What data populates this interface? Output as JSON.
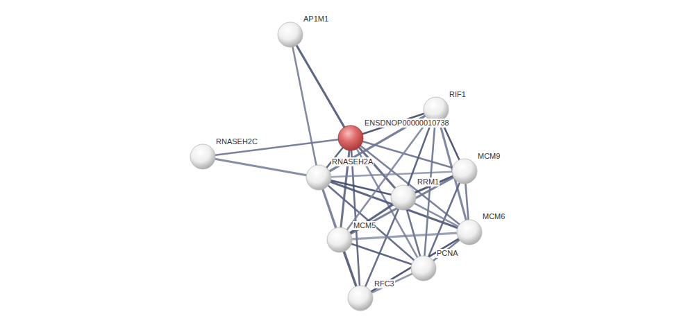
{
  "diagram": {
    "nodes": [
      {
        "text": [
          "AP1M1"
        ]
      },
      {
        "text": [
          "RIF1"
        ]
      },
      {
        "text": [
          "ENSDNOP00000010738"
        ]
      },
      {
        "text": [
          "RNASEH2C"
        ]
      },
      {
        "text": [
          "RNASEH2A"
        ]
      },
      {
        "text": [
          "MCM9"
        ]
      },
      {
        "text": [
          "RRM1"
        ]
      },
      {
        "text": [
          "MCM6"
        ]
      },
      {
        "text": [
          "MCM5"
        ]
      },
      {
        "text": [
          "PCNA"
        ]
      },
      {
        "text": [
          "RFC3"
        ]
      }
    ],
    "edges": [
      {
        "from": 0,
        "to": 2,
        "arrow": "none"
      },
      {
        "from": 0,
        "to": 4,
        "arrow": "none"
      },
      {
        "from": 3,
        "to": 2,
        "arrow": "none"
      },
      {
        "from": 3,
        "to": 4,
        "arrow": "none"
      },
      {
        "from": 2,
        "to": 1,
        "arrow": "none"
      },
      {
        "from": 2,
        "to": 5,
        "arrow": "none"
      },
      {
        "from": 2,
        "to": 6,
        "arrow": "none"
      },
      {
        "from": 2,
        "to": 7,
        "arrow": "none"
      },
      {
        "from": 2,
        "to": 9,
        "arrow": "none"
      },
      {
        "from": 2,
        "to": 8,
        "arrow": "none"
      },
      {
        "from": 2,
        "to": 4,
        "arrow": "none"
      },
      {
        "from": 2,
        "to": 10,
        "arrow": "none"
      },
      {
        "from": 4,
        "to": 1,
        "arrow": "none"
      },
      {
        "from": 4,
        "to": 5,
        "arrow": "none"
      },
      {
        "from": 4,
        "to": 6,
        "arrow": "none"
      },
      {
        "from": 4,
        "to": 7,
        "arrow": "none"
      },
      {
        "from": 4,
        "to": 9,
        "arrow": "none"
      },
      {
        "from": 4,
        "to": 8,
        "arrow": "none"
      },
      {
        "from": 4,
        "to": 10,
        "arrow": "none"
      },
      {
        "from": 1,
        "to": 5,
        "arrow": "none"
      },
      {
        "from": 1,
        "to": 6,
        "arrow": "none"
      },
      {
        "from": 1,
        "to": 7,
        "arrow": "none"
      },
      {
        "from": 1,
        "to": 9,
        "arrow": "none"
      },
      {
        "from": 1,
        "to": 8,
        "arrow": "none"
      },
      {
        "from": 5,
        "to": 6,
        "arrow": "none"
      },
      {
        "from": 5,
        "to": 7,
        "arrow": "none"
      },
      {
        "from": 5,
        "to": 9,
        "arrow": "none"
      },
      {
        "from": 5,
        "to": 8,
        "arrow": "none"
      },
      {
        "from": 6,
        "to": 7,
        "arrow": "none"
      },
      {
        "from": 6,
        "to": 9,
        "arrow": "none"
      },
      {
        "from": 6,
        "to": 8,
        "arrow": "none"
      },
      {
        "from": 6,
        "to": 10,
        "arrow": "none"
      },
      {
        "from": 7,
        "to": 9,
        "arrow": "none"
      },
      {
        "from": 7,
        "to": 8,
        "arrow": "none"
      },
      {
        "from": 7,
        "to": 10,
        "arrow": "none"
      },
      {
        "from": 8,
        "to": 9,
        "arrow": "none"
      },
      {
        "from": 8,
        "to": 10,
        "arrow": "none"
      },
      {
        "from": 9,
        "to": 10,
        "arrow": "none"
      }
    ]
  }
}
